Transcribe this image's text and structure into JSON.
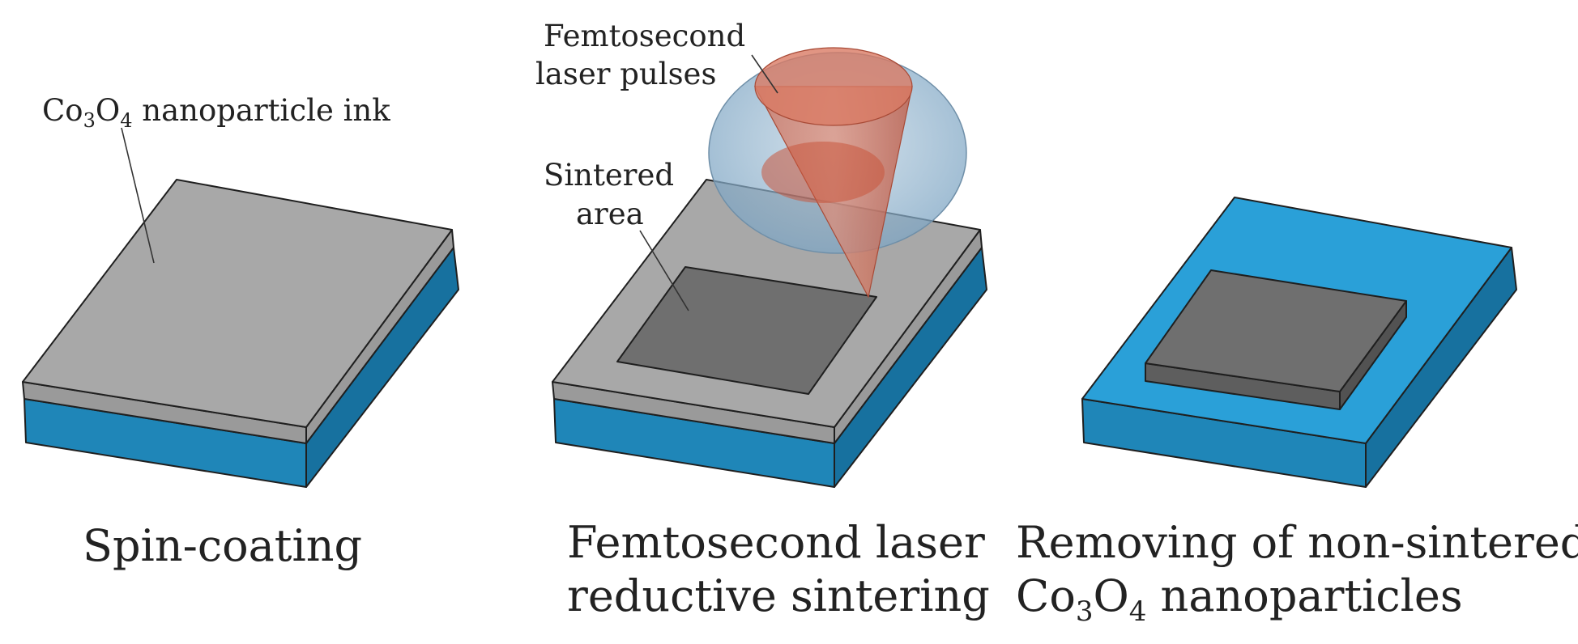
{
  "colors": {
    "substrate_top": "#2aa0d8",
    "substrate_front": "#1f86b8",
    "substrate_side": "#17719f",
    "ink_top": "#a8a8a8",
    "ink_edge": "#9a9a9a",
    "sintered": "#6f6f6f",
    "sintered_front": "#5e5e5e",
    "sintered_side": "#525252",
    "laser": "#c8583f",
    "halo": "#7fa6c4"
  },
  "panel1": {
    "label_prefix": "Co",
    "label_sub1": "3",
    "label_mid": "O",
    "label_sub2": "4",
    "label_rest": " nanoparticle ink",
    "caption": "Spin-coating"
  },
  "panel2": {
    "laser_label_line1": "Femtosecond",
    "laser_label_line2": "laser pulses",
    "sintered_label_line1": "Sintered",
    "sintered_label_line2": "area",
    "caption_line1": "Femtosecond laser",
    "caption_line2": "reductive sintering"
  },
  "panel3": {
    "caption_line1": "Removing of non-sintered",
    "caption_line2_prefix": "Co",
    "caption_line2_sub1": "3",
    "caption_line2_mid": "O",
    "caption_line2_sub2": "4",
    "caption_line2_rest": " nanoparticles"
  }
}
